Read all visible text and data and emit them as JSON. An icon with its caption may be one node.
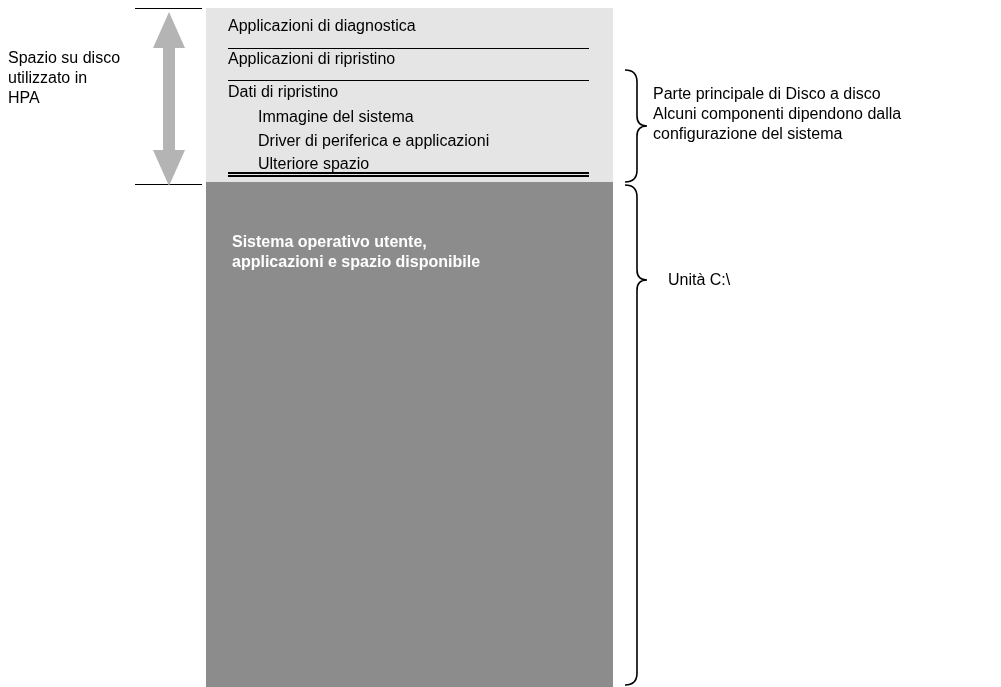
{
  "diagram": {
    "nodes": [
      {
        "text": [],
        "shape": "box"
      },
      {
        "text": [
          "Applicazioni di diagnostica"
        ],
        "in": 0
      },
      {
        "text": [
          "Applicazioni di ripristino"
        ],
        "in": 0
      },
      {
        "text": [
          "Dati di ripristino",
          "Immagine del sistema",
          "Driver di periferica e applicazioni",
          "Ulteriore spazio"
        ],
        "in": 0
      },
      {
        "text": [
          "Sistema operativo utente, applicazioni e spazio disponibile"
        ]
      }
    ],
    "labels": [
      "Spazio su disco utilizzato in HPA",
      "Parte principale di Disco a disco Alcuni componenti dipendono dalla configurazione del sistema",
      "Unità C:\\"
    ]
  }
}
